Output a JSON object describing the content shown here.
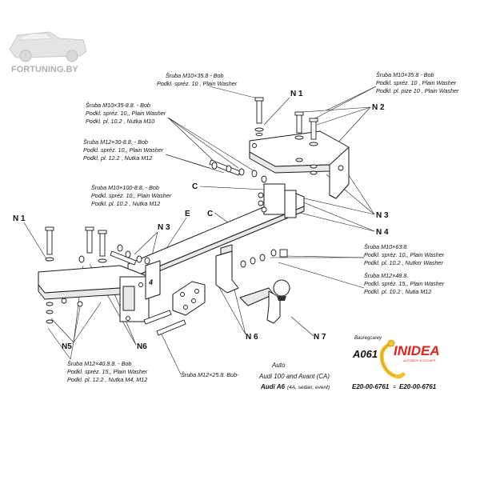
{
  "watermark": {
    "text": "FORTUNING.BY"
  },
  "parts": {
    "n1_top": "N 1",
    "n2": "N 2",
    "n3_right": "N 3",
    "n4": "N 4",
    "n1_left": "N 1",
    "n3_mid": "N 3",
    "n5": "N5",
    "n6_left": "N6",
    "n6_mid": "N 6",
    "n7": "N 7",
    "c_left": "C",
    "c_mid": "C",
    "e": "E",
    "num4": "4"
  },
  "notes": {
    "top_center": [
      "Šruba M10×35.8 - Bob",
      "Podkl. spréz. 10 , Plain Washer"
    ],
    "top_right": [
      "Šruba M10×35.8 - Bob",
      "Podkl. spréz. 10 , Plain Washer",
      "Podkl. pl. pize 10 , Plain Washer"
    ],
    "left_upper": [
      "Šruba M10×35-8.8. - Bob",
      "Podkl. spréz. 10,, Plain Washer",
      "Podkl. pl. 10.2 , Nutka M10"
    ],
    "left_mid": [
      "Šruba M12×30-8.8. - Bob",
      "Podkl. spréz. 10,, Plain Washer",
      "Podkl. pl. 12.2 , Nutka M12"
    ],
    "center_mid": [
      "Šruba M10×100-8.8. - Bob",
      "Podkl. spréz. 10,, Plain Washer",
      "Podkl. pl. 10.2 , Nutka M12"
    ],
    "right_mid1": [
      "Šruba M10×63.8.",
      "Podkl. spréz. 10,, Plain Washer",
      "Podkl. pl. 10.2 , Nutkєr Washer"
    ],
    "right_mid2": [
      "Šruba M12×48.8.",
      "Podkl. spréz. 15,, Plain Washer",
      "Podkl. pl. 10.2 , Nutіa M12"
    ],
    "bottom_left": [
      "Šruba M12×40.8.8. - Bob",
      "Podkl. spréz. 15,, Plain Washer",
      "Podkl. pl. 12.2 , Nutka M4, M12"
    ],
    "bottom_center": "Šruba M12×25.8. Bub-"
  },
  "vehicle": {
    "bauregcarey": "Bauregcarey",
    "model_code": "A061",
    "auto_label": "Auto",
    "line1": "Audi 100 and Avant (CA)",
    "line2_bold": "Audi A6",
    "line2_rest": "(4A, sedan, event)",
    "code1": "E20-00-6761",
    "sep": "=",
    "code2": "E20-00-6761"
  },
  "brand": {
    "name": "INIDEA",
    "tagline": "AUTOBOX & ESCAPE",
    "color": "#e2231a",
    "hook_color": "#f4c430"
  }
}
